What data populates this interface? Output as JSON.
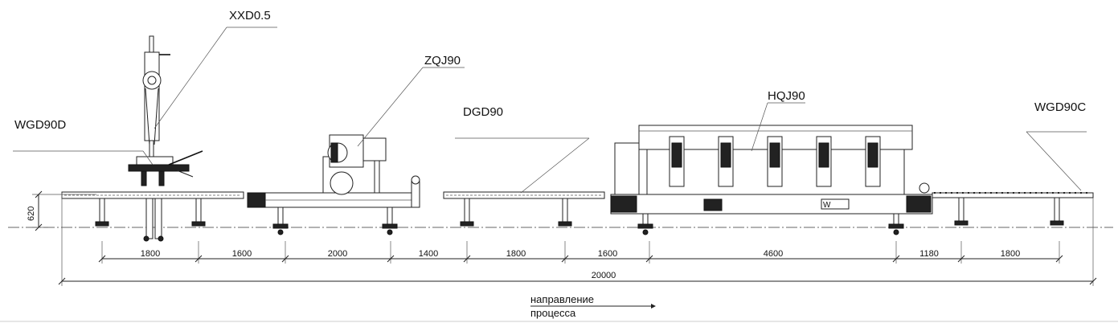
{
  "labels": {
    "wgd90d": "WGD90D",
    "xxd05": "XXD0.5",
    "zqj90": "ZQJ90",
    "dgd90": "DGD90",
    "hqj90": "HQJ90",
    "wgd90c": "WGD90C"
  },
  "dimensions": {
    "height": "620",
    "segments": [
      "1800",
      "1600",
      "2000",
      "1400",
      "1800",
      "1600",
      "4600",
      "1180",
      "1800"
    ],
    "total": "20000"
  },
  "direction": {
    "line1": "направление",
    "line2": "процесса"
  }
}
